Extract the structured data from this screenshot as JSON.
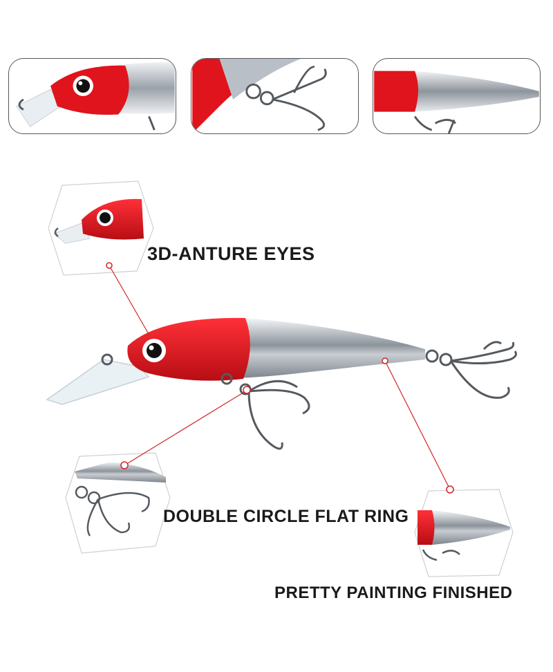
{
  "colors": {
    "head_red": "#e0141c",
    "body_silver": "#b9bfc6",
    "hook_gray": "#555a60",
    "callout_red": "#d2232a"
  },
  "callouts": {
    "eyes": "3D-ANTURE EYES",
    "ring": "DOUBLE CIRCLE FLAT RING",
    "paint": "PRETTY PAINTING FINISHED"
  }
}
